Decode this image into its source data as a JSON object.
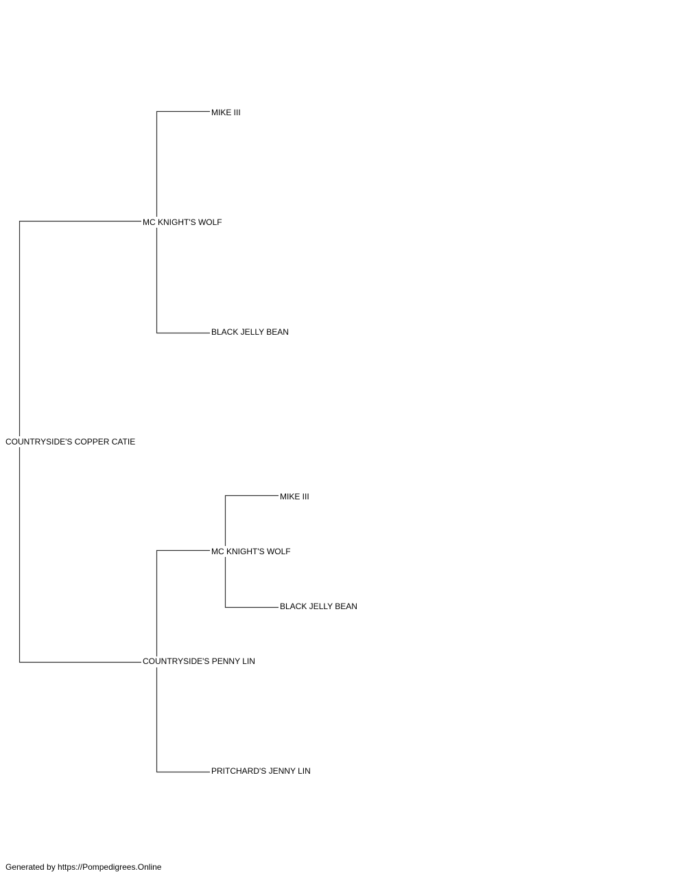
{
  "pedigree": {
    "subject": "COUNTRYSIDE'S COPPER CATIE",
    "sire": {
      "name": "MC KNIGHT'S WOLF",
      "sire": "MIKE III",
      "dam": "BLACK JELLY BEAN"
    },
    "dam": {
      "name": "COUNTRYSIDE'S PENNY LIN",
      "sire": {
        "name": "MC KNIGHT'S WOLF",
        "sire": "MIKE III",
        "dam": "BLACK JELLY BEAN"
      },
      "dam": "PRITCHARD'S JENNY LIN"
    }
  },
  "footer": {
    "text": "Generated by https://Pompedigrees.Online"
  },
  "colors": {
    "line": "#000000",
    "text": "#000000",
    "background": "#ffffff"
  }
}
